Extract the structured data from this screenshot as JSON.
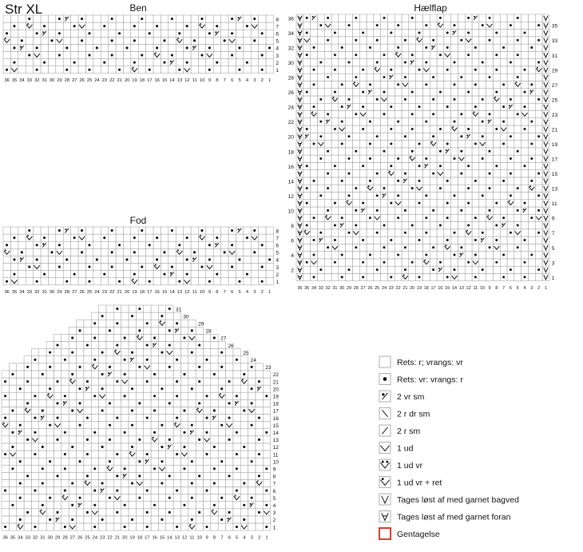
{
  "title": "Str XL",
  "charts": {
    "ben": {
      "title": "Ben",
      "rows": 8,
      "cols": 36
    },
    "fod": {
      "title": "Fod",
      "rows": 8,
      "cols": 36
    },
    "haelflap": {
      "title": "Hælflap",
      "rows": 36,
      "cols": 36
    },
    "gusset": {
      "title": "",
      "rows": 31,
      "cols": 36
    }
  },
  "col_numbers": [
    "36",
    "35",
    "34",
    "33",
    "32",
    "31",
    "30",
    "29",
    "28",
    "27",
    "26",
    "25",
    "24",
    "23",
    "22",
    "21",
    "20",
    "19",
    "18",
    "17",
    "16",
    "15",
    "14",
    "13",
    "12",
    "11",
    "10",
    "9",
    "8",
    "7",
    "6",
    "5",
    "4",
    "3",
    "2",
    "1"
  ],
  "legend": [
    {
      "sym": "knit",
      "label": "Rets: r; vrangs: vr"
    },
    {
      "sym": "purl",
      "label": "Rets: vr: vrangs: r"
    },
    {
      "sym": "p2tog",
      "label": "2 vr sm"
    },
    {
      "sym": "ssk",
      "label": "2 r dr sm"
    },
    {
      "sym": "k2tog",
      "label": "2 r sm"
    },
    {
      "sym": "inc",
      "label": "1 ud"
    },
    {
      "sym": "incp",
      "label": "1 ud vr"
    },
    {
      "sym": "inck",
      "label": "1 ud vr + ret"
    },
    {
      "sym": "slb",
      "label": "Tages løst af med garnet bagved"
    },
    {
      "sym": "slf",
      "label": "Tages løst af med garnet foran"
    },
    {
      "sym": "rep",
      "label": "Gentagelse"
    }
  ],
  "colors": {
    "grid": "#9a9a9a",
    "ink": "#111111",
    "repeat": "#e03a2f"
  }
}
